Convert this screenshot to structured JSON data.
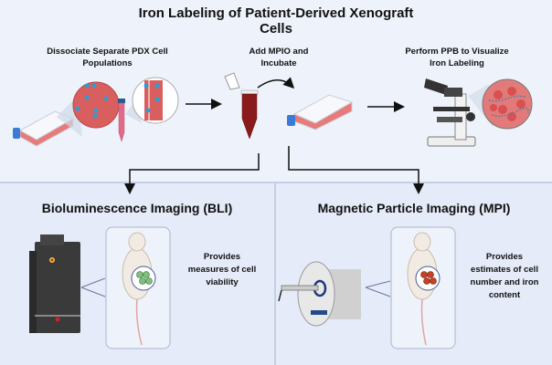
{
  "title": "Iron Labeling of Patient-Derived Xenograft Cells",
  "title_lines": [
    "Iron Labeling of Patient-Derived Xenograft",
    "Cells"
  ],
  "steps": [
    {
      "lines": [
        "Dissociate Separate PDX Cell",
        "Populations"
      ]
    },
    {
      "lines": [
        "Add MPIO and",
        "Incubate"
      ]
    },
    {
      "lines": [
        "Perform PPB to Visualize",
        "Iron Labeling"
      ]
    }
  ],
  "panels": {
    "bli": {
      "title": "Bioluminescence Imaging (BLI)",
      "desc_lines": [
        "Provides",
        "measures of cell",
        "viability"
      ],
      "cell_color": "#3f8a3f"
    },
    "mpi": {
      "title": "Magnetic Particle Imaging (MPI)",
      "desc_lines": [
        "Provides",
        "estimates of cell",
        "number and iron",
        "content"
      ],
      "cell_color": "#b0361e"
    }
  },
  "colors": {
    "top_background": "#eef3fb",
    "panel_background": "#e5ebf8",
    "divider": "#c5cfe3",
    "media_red": "#e06666",
    "iron_blue": "#2e9bd6",
    "tube_dark_red": "#8b1a1a"
  }
}
